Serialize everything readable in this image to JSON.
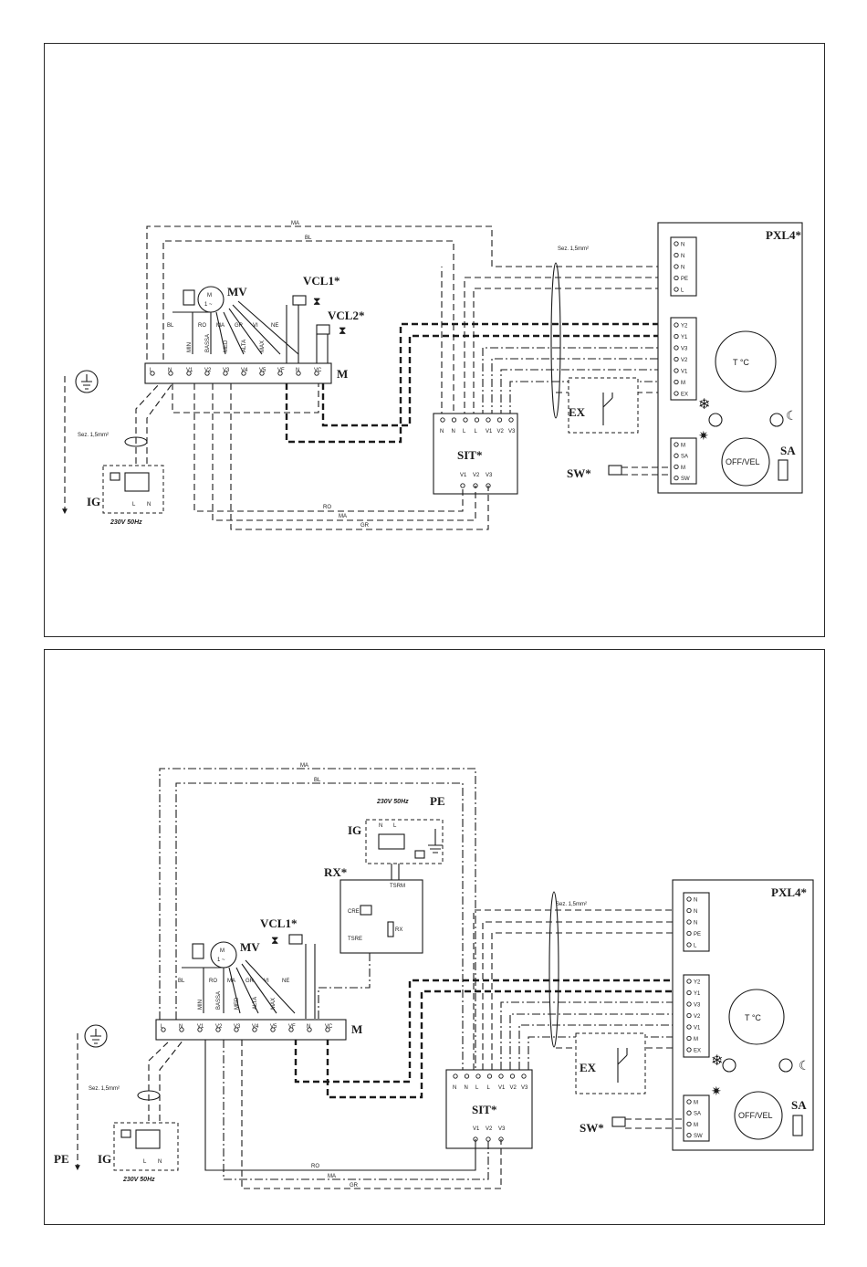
{
  "diagram_1": {
    "controller": {
      "label": "PXL4*",
      "terminals_power": [
        "N",
        "N",
        "N",
        "PE",
        "L"
      ],
      "terminals_speed": [
        "Y2",
        "Y1",
        "V3",
        "V2",
        "V1",
        "M",
        "EX"
      ],
      "terminals_sensor": [
        "M",
        "SA",
        "M",
        "SW"
      ],
      "display": "T °C",
      "button": "OFF/VEL",
      "sensor_label": "SA"
    },
    "cable_note": "Sez. 1,5mm²",
    "wire_labels": {
      "ma": "MA",
      "bl": "BL",
      "ro": "RO",
      "gr": "GR"
    },
    "motor": {
      "label": "MV",
      "symbol": "M",
      "symbol2": "1 ~"
    },
    "valves": [
      "VCL1*",
      "VCL2*"
    ],
    "motor_wires": [
      "BL",
      "RO",
      "MA",
      "GR",
      "VI",
      "NE"
    ],
    "speeds": [
      "MIN",
      "BASSA",
      "MED",
      "ALTA",
      "MAX"
    ],
    "terminal_block": {
      "label": "M",
      "terminals": [
        "L",
        "N",
        "V1",
        "V2",
        "V3",
        "V4",
        "V5",
        "VF",
        "N",
        "VC"
      ]
    },
    "sit": {
      "label": "SIT*",
      "top_terminals": [
        "N",
        "N",
        "L",
        "L",
        "V1",
        "V2",
        "V3"
      ],
      "bottom_terminals": [
        "V1",
        "V2",
        "V3"
      ]
    },
    "ex": "EX",
    "sw": "SW*",
    "ig": {
      "label": "IG",
      "terminals": [
        "L",
        "N"
      ],
      "supply": "230V 50Hz",
      "cable_note": "Sez. 1,5mm²"
    }
  },
  "diagram_2": {
    "controller": {
      "label": "PXL4*",
      "terminals_power": [
        "N",
        "N",
        "N",
        "PE",
        "L"
      ],
      "terminals_speed": [
        "Y2",
        "Y1",
        "V3",
        "V2",
        "V1",
        "M",
        "EX"
      ],
      "terminals_sensor": [
        "M",
        "SA",
        "M",
        "SW"
      ],
      "display": "T °C",
      "button": "OFF/VEL",
      "sensor_label": "SA"
    },
    "cable_note": "Sez. 1,5mm²",
    "wire_labels": {
      "ma": "MA",
      "bl": "BL",
      "ro": "RO",
      "gr": "GR"
    },
    "motor": {
      "label": "MV",
      "symbol": "M",
      "symbol2": "1 ~"
    },
    "valves": [
      "VCL1*"
    ],
    "motor_wires": [
      "BL",
      "RO",
      "MA",
      "GR",
      "VI",
      "NE"
    ],
    "speeds": [
      "MIN",
      "BASSA",
      "MED",
      "ALTA",
      "MAX"
    ],
    "terminal_block": {
      "label": "M",
      "terminals": [
        "L",
        "N",
        "V1",
        "V2",
        "V3",
        "V4",
        "V5",
        "VF",
        "N",
        "VC"
      ]
    },
    "sit": {
      "label": "SIT*",
      "top_terminals": [
        "N",
        "N",
        "L",
        "L",
        "V1",
        "V2",
        "V3"
      ],
      "bottom_terminals": [
        "V1",
        "V2",
        "V3"
      ]
    },
    "ex": "EX",
    "sw": "SW*",
    "rx": {
      "label": "RX*",
      "parts": [
        "TSRM",
        "CRE",
        "TSRE",
        "RX"
      ]
    },
    "ig_top": {
      "label": "IG",
      "supply": "230V 50Hz",
      "pe": "PE",
      "terminals": [
        "N",
        "L"
      ]
    },
    "ig": {
      "label": "IG",
      "terminals": [
        "L",
        "N"
      ],
      "supply": "230V 50Hz",
      "cable_note": "Sez. 1,5mm²"
    },
    "pe": "PE"
  }
}
